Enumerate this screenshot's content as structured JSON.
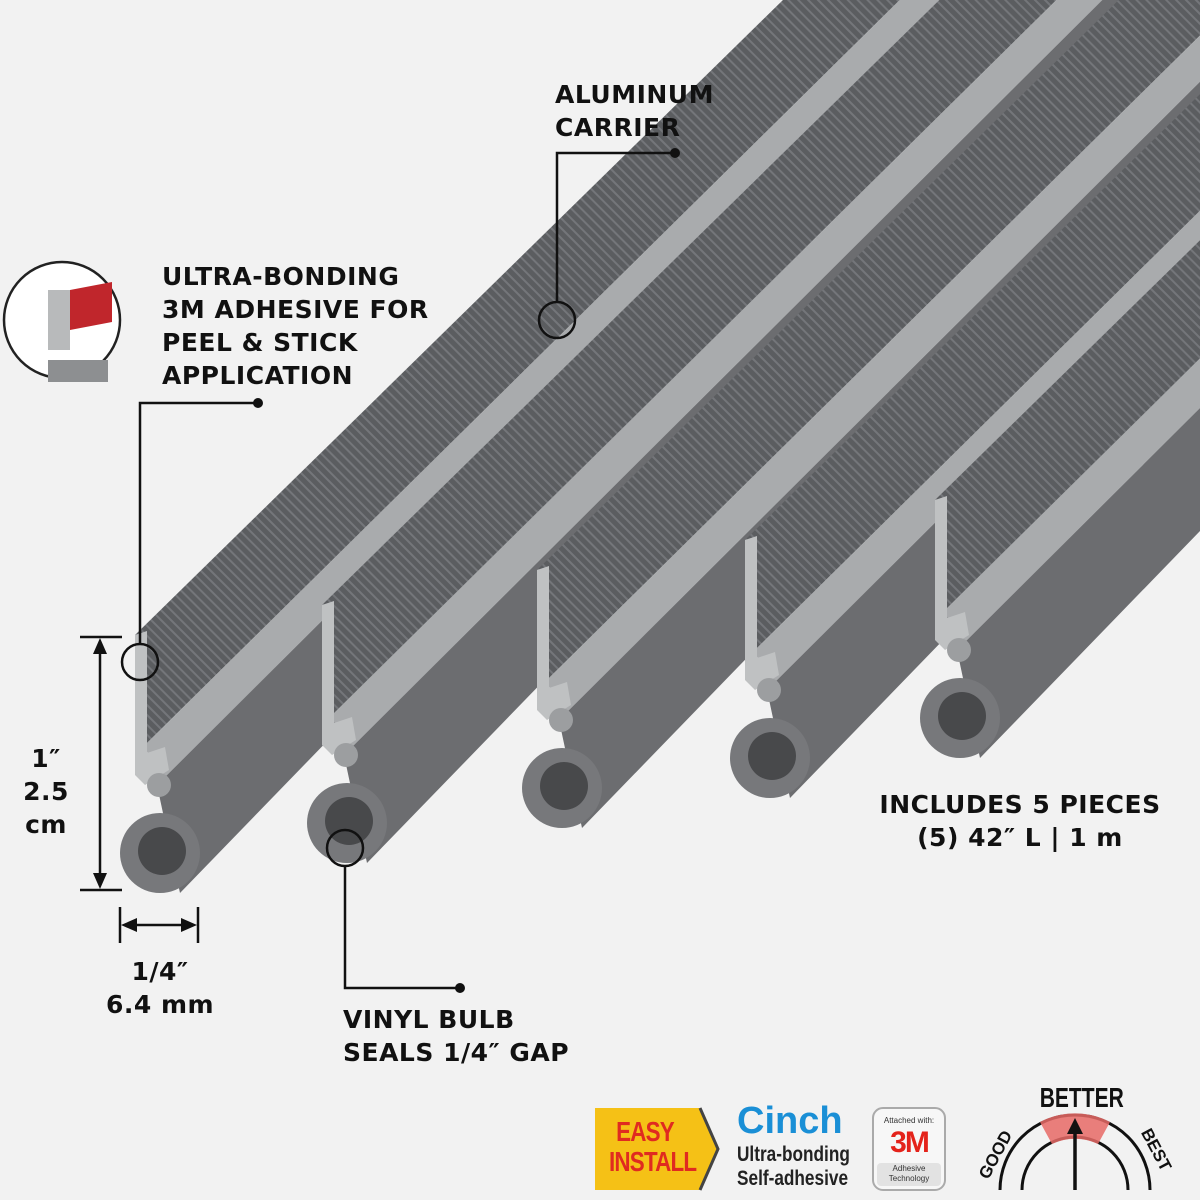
{
  "callouts": {
    "aluminum": [
      "ALUMINUM",
      "CARRIER"
    ],
    "adhesive": [
      "ULTRA-BONDING",
      "3M ADHESIVE FOR",
      "PEEL & STICK",
      "APPLICATION"
    ],
    "vinyl": [
      "VINYL BULB",
      "SEALS 1/4″ GAP"
    ],
    "includes": [
      "INCLUDES 5 PIECES",
      "(5) 42″ L | 1 m"
    ]
  },
  "dimensions": {
    "height": [
      "1″",
      "2.5 cm"
    ],
    "width": [
      "1/4″",
      "6.4 mm"
    ]
  },
  "badges": {
    "easy_install": [
      "EASY",
      "INSTALL"
    ],
    "cinch": {
      "brand": "Cinch",
      "line1": "Ultra-bonding",
      "line2": "Self-adhesive"
    },
    "threem": {
      "top": "Attached with:",
      "logo": "3M",
      "bottom1": "Adhesive",
      "bottom2": "Technology"
    },
    "rating": {
      "left": "GOOD",
      "middle": "BETTER",
      "right": "BEST",
      "selected": "BETTER"
    }
  },
  "colors": {
    "easy_yellow": "#f5c116",
    "easy_red": "#e02b20",
    "cinch_blue": "#1a8fd6",
    "threem_red": "#e4231b",
    "strip_gray": "#5e6063"
  }
}
